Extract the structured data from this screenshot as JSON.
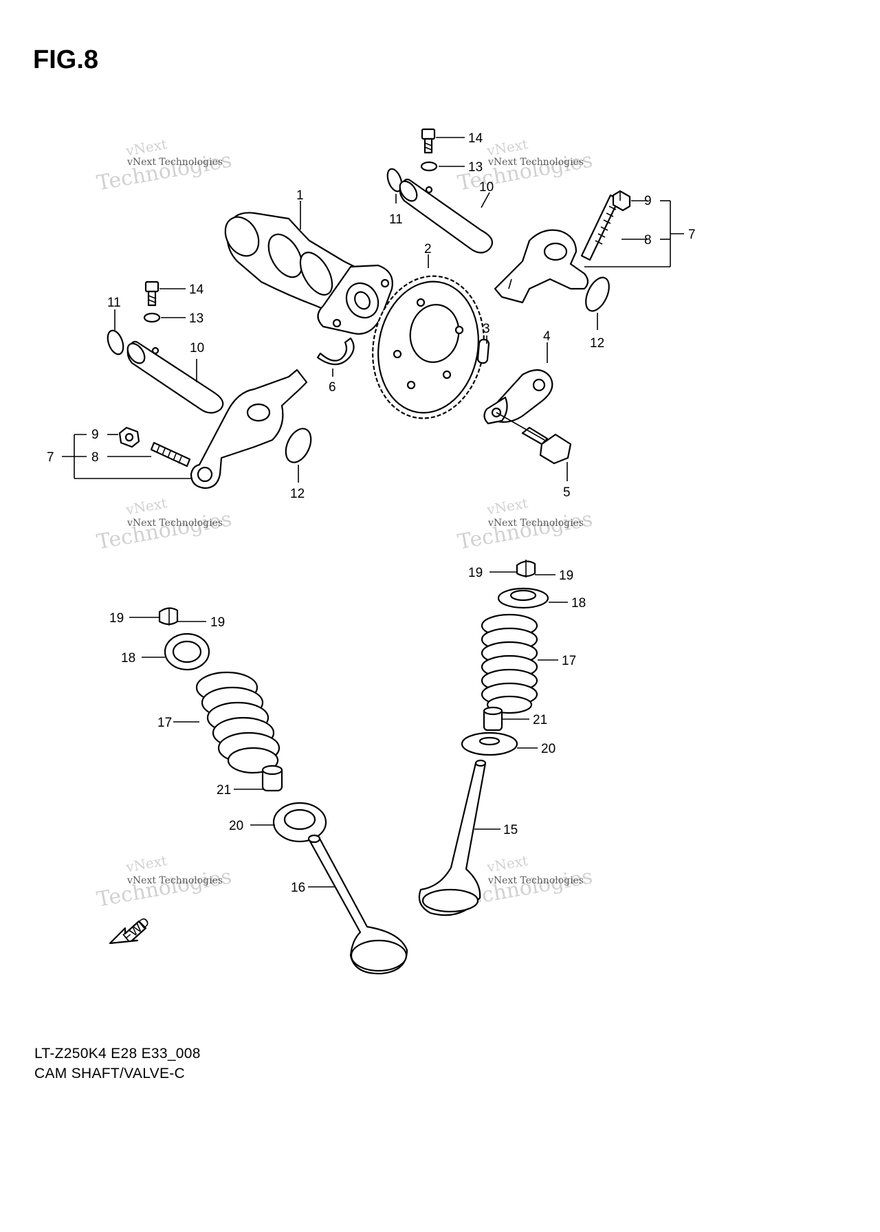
{
  "figure_title": "FIG.8",
  "diagram_code": "LT-Z250K4 E28 E33_008",
  "diagram_name": "CAM SHAFT/VALVE-C",
  "watermark_text": "vNext Technologies",
  "watermark_big": "Technologies",
  "watermark_small": "vNext",
  "fwd_label": "FWD",
  "labels": {
    "p1": "1",
    "p2": "2",
    "p3": "3",
    "p4": "4",
    "p5": "5",
    "p6": "6",
    "p7a": "7",
    "p7b": "7",
    "p8a": "8",
    "p8b": "8",
    "p9a": "9",
    "p9b": "9",
    "p10a": "10",
    "p10b": "10",
    "p11a": "11",
    "p11b": "11",
    "p12a": "12",
    "p12b": "12",
    "p13a": "13",
    "p13b": "13",
    "p14a": "14",
    "p14b": "14",
    "p15": "15",
    "p16": "16",
    "p17a": "17",
    "p17b": "17",
    "p18a": "18",
    "p18b": "18",
    "p19a": "19",
    "p19b": "19",
    "p19c": "19",
    "p19d": "19",
    "p20a": "20",
    "p20b": "20",
    "p21a": "21",
    "p21b": "21"
  }
}
